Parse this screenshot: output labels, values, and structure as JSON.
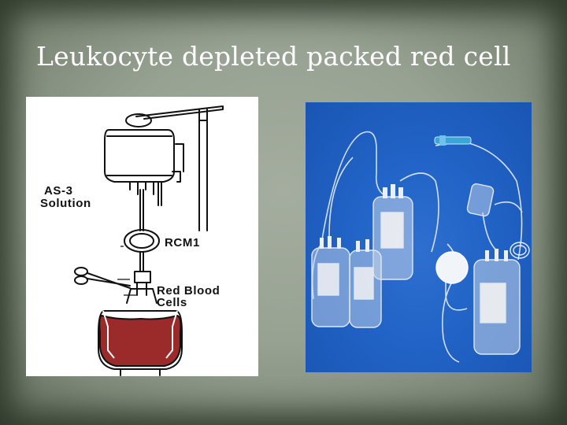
{
  "slide": {
    "title": "Leukocyte depleted packed red cell"
  },
  "diagram": {
    "labels": {
      "as3_line1": "AS-3",
      "as3_line2": "Solution",
      "rcm1": "RCM1",
      "rbc_line1": "Red Blood",
      "rbc_line2": "Cells"
    },
    "colors": {
      "red_cells": "#9b2a2a",
      "line": "#111111"
    }
  },
  "photo": {
    "colors": {
      "background": "#2163c6",
      "tubing": "#e8eef6",
      "connector": "#3aa6d8"
    }
  }
}
